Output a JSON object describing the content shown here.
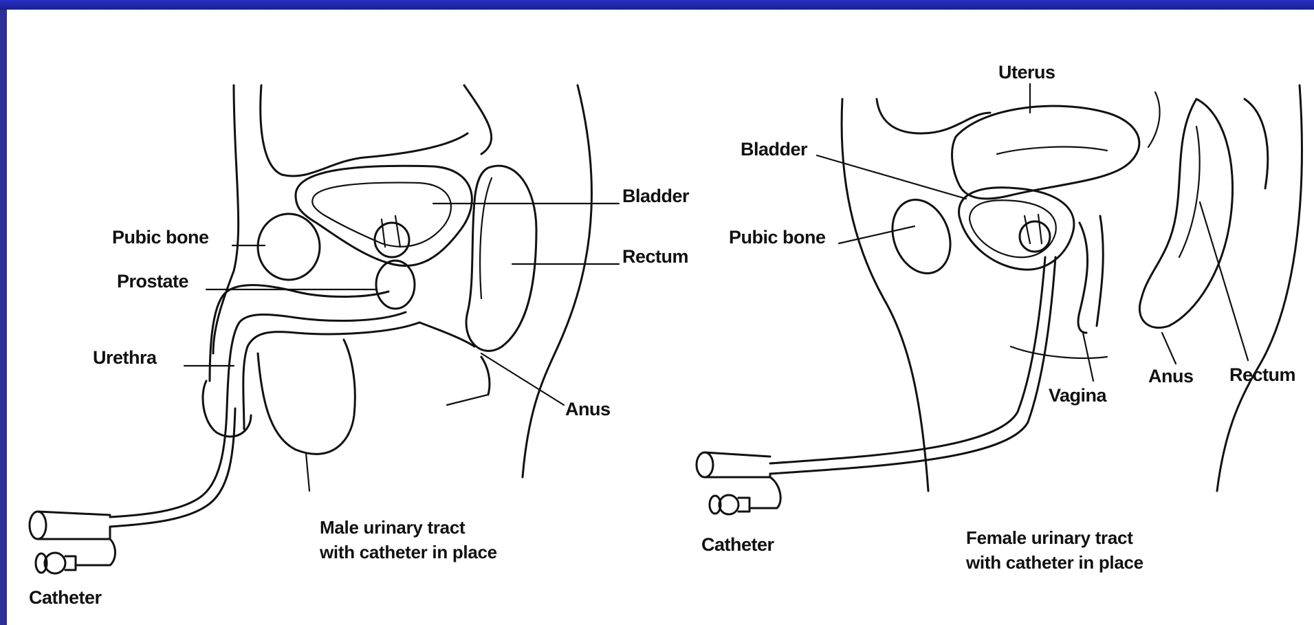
{
  "male": {
    "labels": {
      "pubic_bone": "Pubic bone",
      "prostate": "Prostate",
      "urethra": "Urethra",
      "bladder": "Bladder",
      "rectum": "Rectum",
      "anus": "Anus",
      "catheter": "Catheter"
    },
    "caption_line1": "Male urinary tract",
    "caption_line2": "with catheter in place"
  },
  "female": {
    "labels": {
      "uterus": "Uterus",
      "bladder": "Bladder",
      "pubic_bone": "Pubic bone",
      "vagina": "Vagina",
      "anus": "Anus",
      "rectum": "Rectum",
      "catheter": "Catheter"
    },
    "caption_line1": "Female urinary tract",
    "caption_line2": "with catheter in place"
  },
  "colors": {
    "frame": "#1a1f8a",
    "background": "#ffffff",
    "ink": "#111111"
  }
}
